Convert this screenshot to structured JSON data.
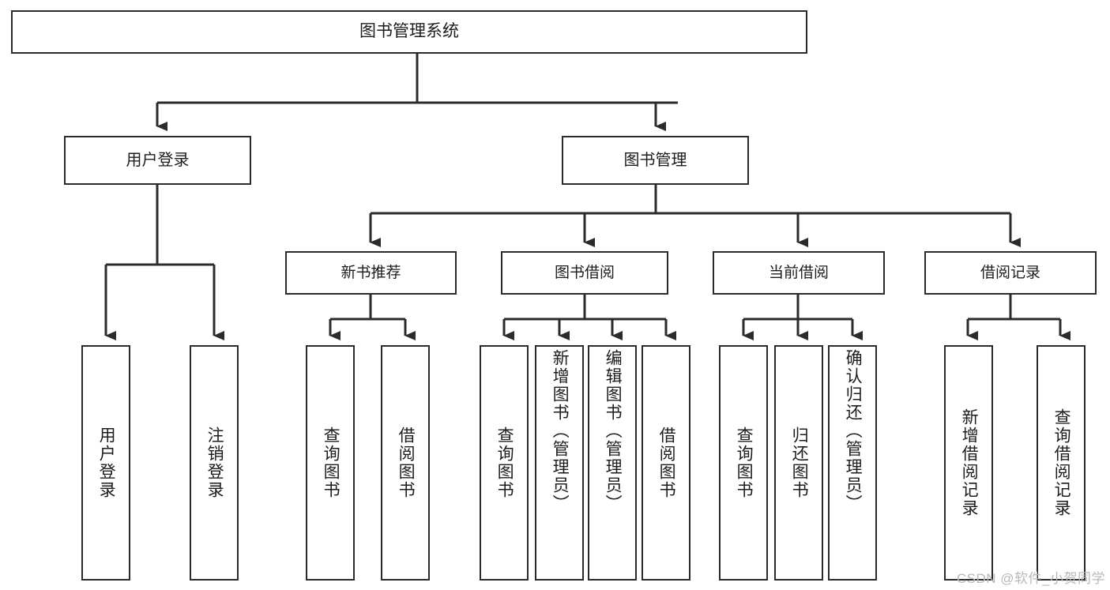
{
  "diagram": {
    "title": "图书管理系统",
    "type": "hierarchy-tree",
    "root": {
      "label": "图书管理系统"
    },
    "level2": [
      {
        "label": "用户登录"
      },
      {
        "label": "图书管理"
      }
    ],
    "level3": [
      {
        "label": "新书推荐"
      },
      {
        "label": "图书借阅"
      },
      {
        "label": "当前借阅"
      },
      {
        "label": "借阅记录"
      }
    ],
    "leaves": {
      "user_login": [
        {
          "label": "用户登录"
        },
        {
          "label": "注销登录"
        }
      ],
      "new_book": [
        {
          "label": "查询图书"
        },
        {
          "label": "借阅图书"
        }
      ],
      "book_borrow": [
        {
          "label": "查询图书"
        },
        {
          "label": "新增图书（管理员）"
        },
        {
          "label": "编辑图书（管理员）"
        },
        {
          "label": "借阅图书"
        }
      ],
      "current_borrow": [
        {
          "label": "查询图书"
        },
        {
          "label": "归还图书"
        },
        {
          "label": "确认归还（管理员）"
        }
      ],
      "borrow_record": [
        {
          "label": "新增借阅记录"
        },
        {
          "label": "查询借阅记录"
        }
      ]
    }
  },
  "watermark": {
    "text": "CSDN @软件_小贺同学"
  },
  "colors": {
    "stroke": "#2b2b2b",
    "fill": "#ffffff",
    "text": "#1c1c1c",
    "watermark": "#b9b9b9"
  }
}
